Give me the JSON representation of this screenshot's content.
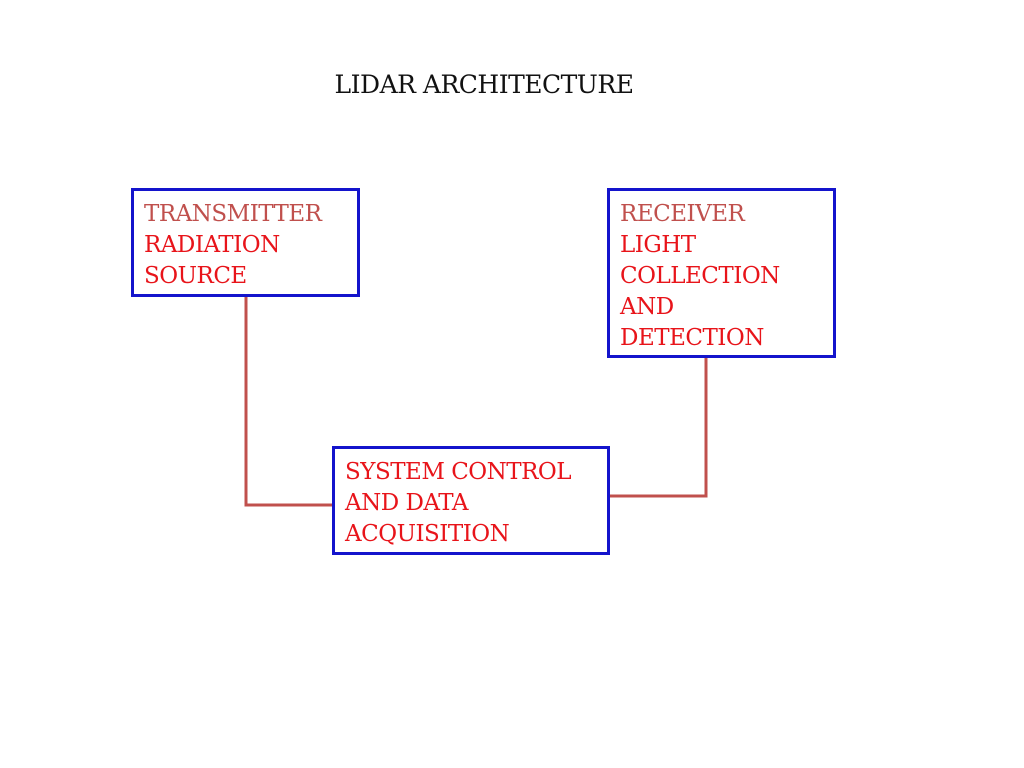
{
  "title": "LIDAR ARCHITECTURE",
  "colors": {
    "box_border": "#1414cc",
    "connector": "#c0504d",
    "heading_text": "#c0504d",
    "body_text": "#e8141a"
  },
  "boxes": {
    "transmitter": {
      "heading": "TRANSMITTER",
      "lines": [
        "RADIATION",
        "SOURCE"
      ]
    },
    "receiver": {
      "heading": "RECEIVER",
      "lines": [
        "LIGHT",
        "COLLECTION",
        "AND",
        "DETECTION"
      ]
    },
    "control": {
      "lines": [
        "SYSTEM CONTROL",
        "AND DATA",
        "ACQUISITION"
      ]
    }
  }
}
